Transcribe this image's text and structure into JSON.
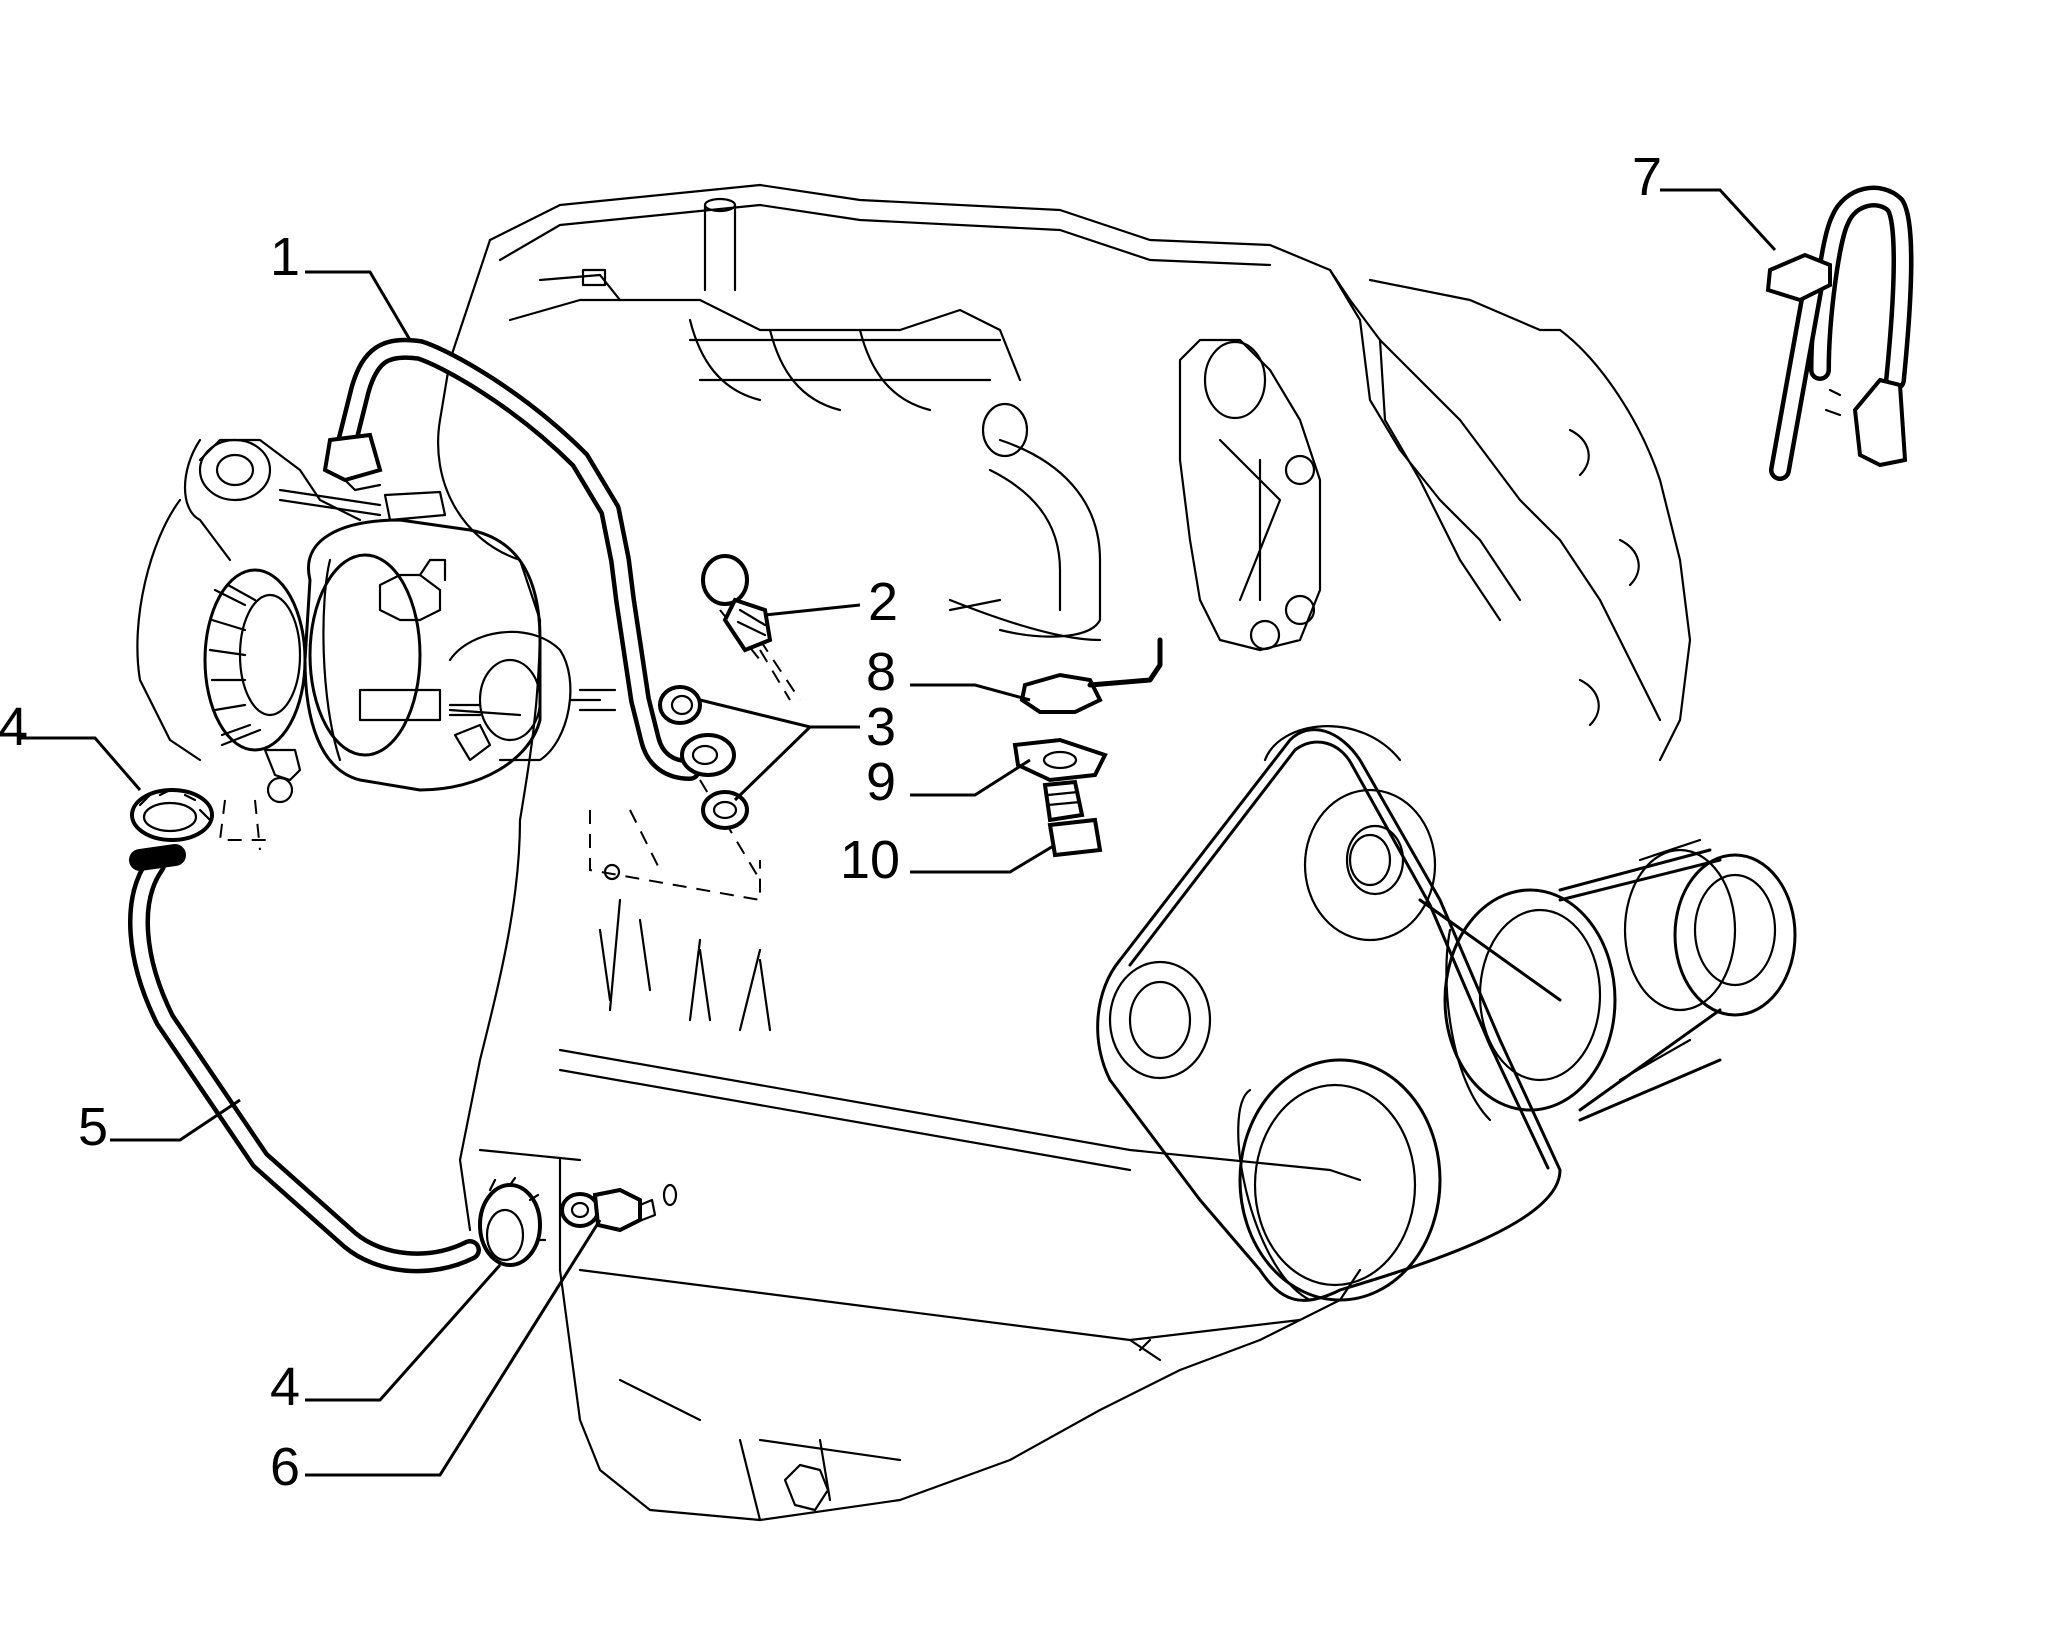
{
  "callouts": [
    {
      "id": "1",
      "label": "1"
    },
    {
      "id": "2",
      "label": "2"
    },
    {
      "id": "3",
      "label": "3"
    },
    {
      "id": "4a",
      "label": "4"
    },
    {
      "id": "4b",
      "label": "4"
    },
    {
      "id": "5",
      "label": "5"
    },
    {
      "id": "6",
      "label": "6"
    },
    {
      "id": "7",
      "label": "7"
    },
    {
      "id": "8",
      "label": "8"
    },
    {
      "id": "9",
      "label": "9"
    },
    {
      "id": "10",
      "label": "10"
    }
  ]
}
